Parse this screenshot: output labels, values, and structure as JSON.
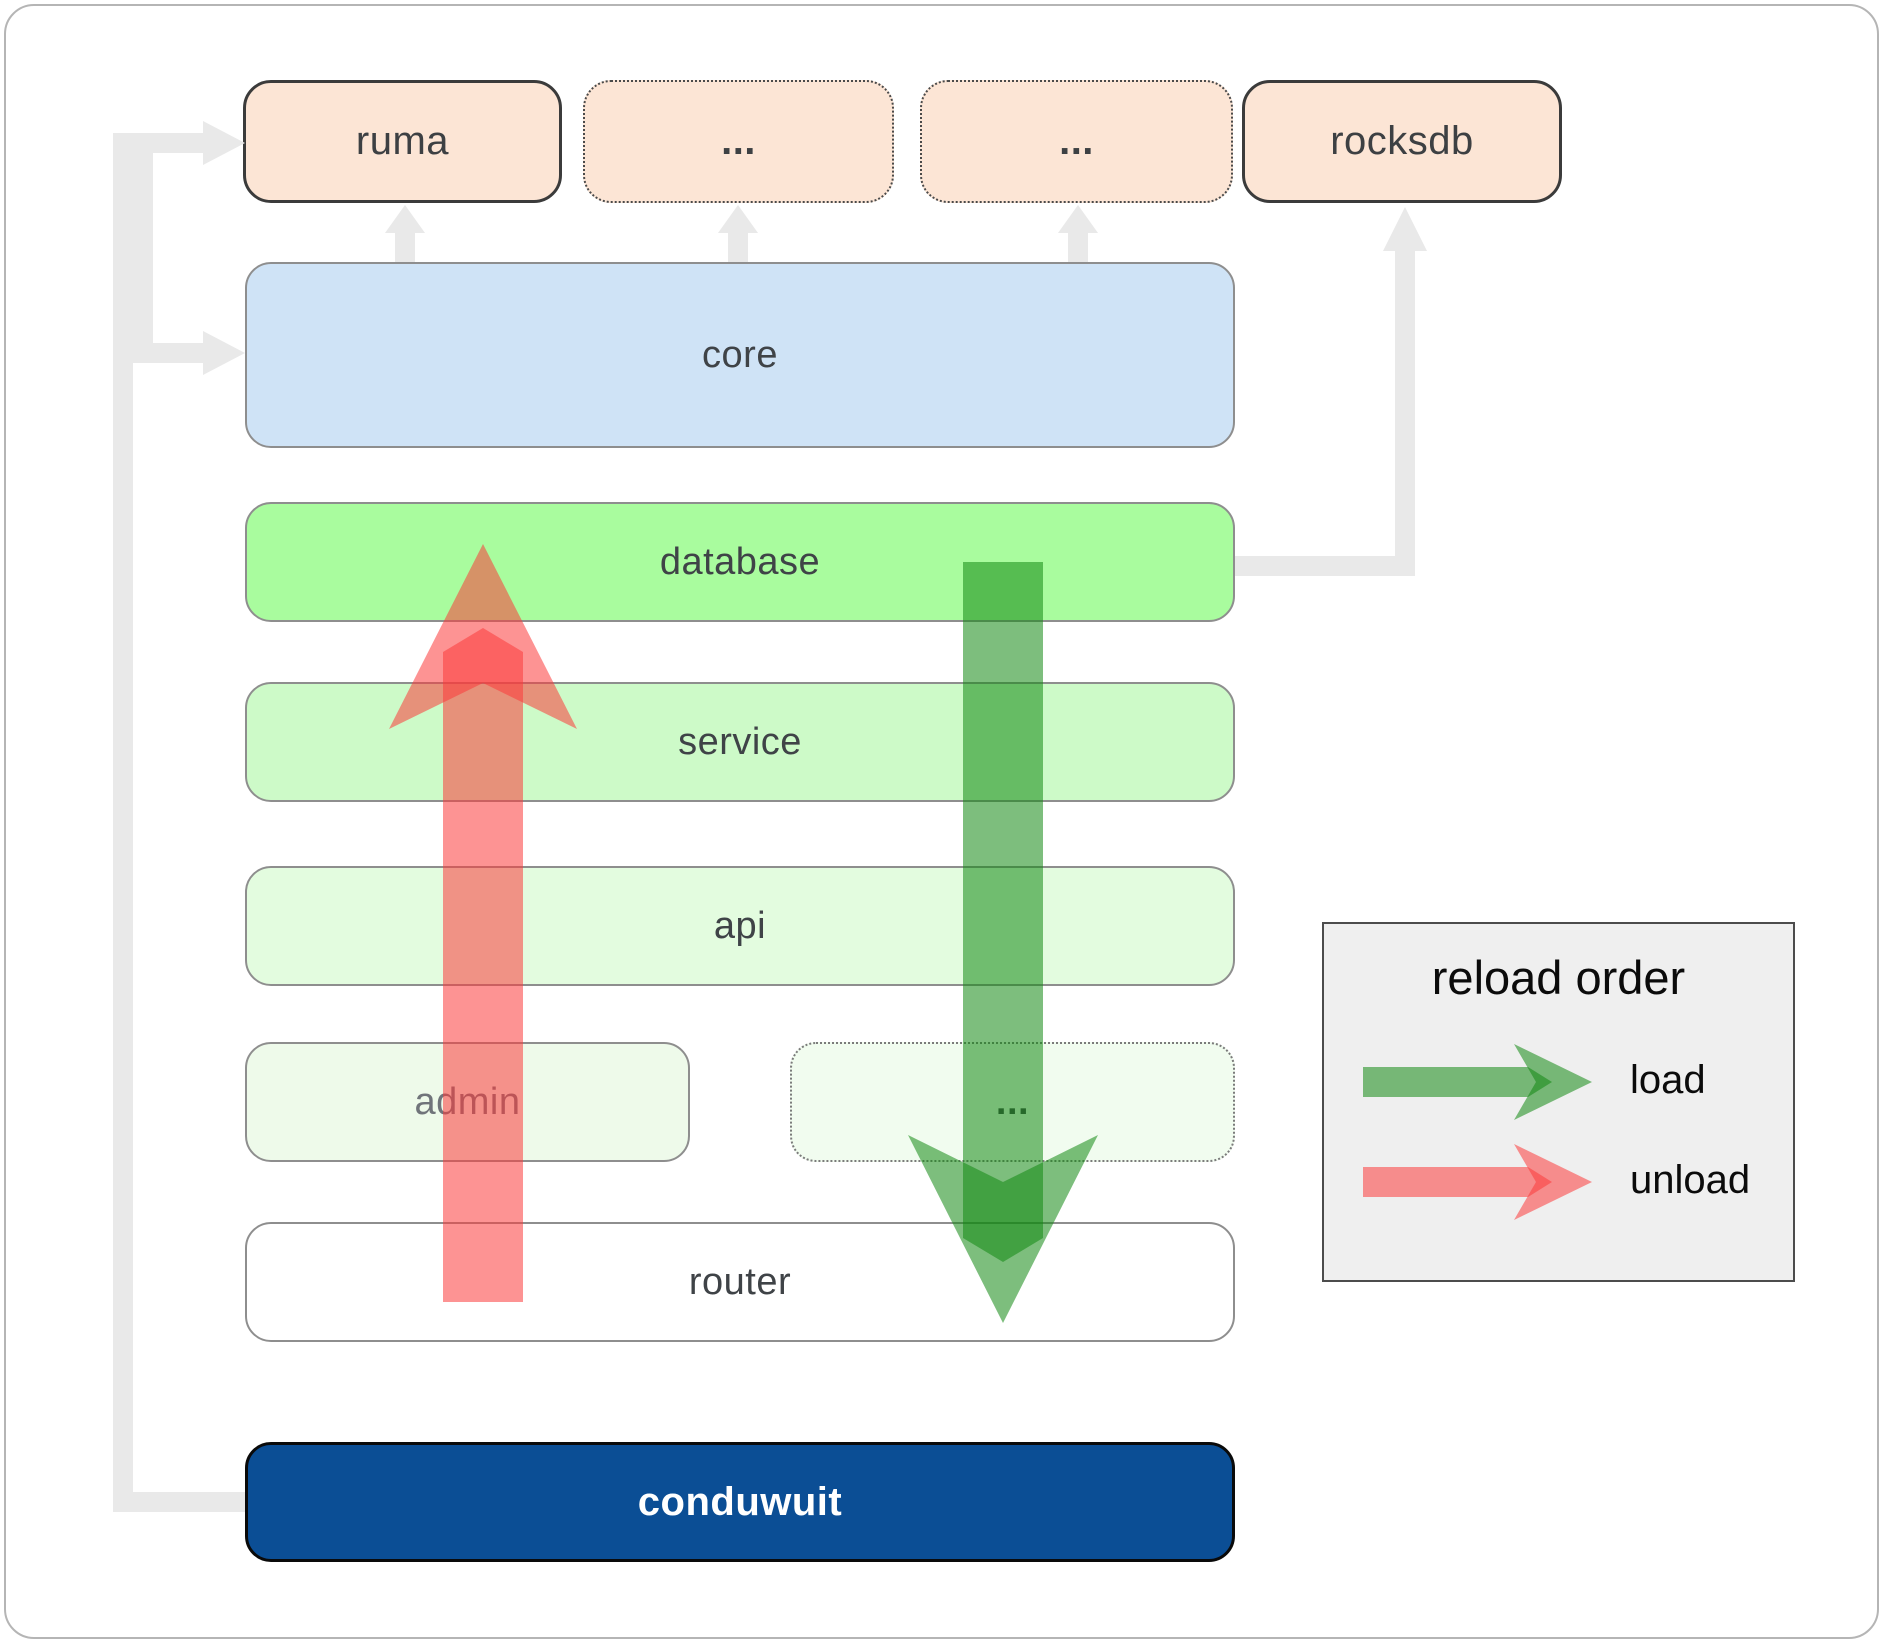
{
  "diagram_title": "conduwuit architecture / hot-reload order diagram",
  "nodes": {
    "ruma": {
      "label": "ruma",
      "style": "solid-border",
      "fill": "#fce5d5"
    },
    "ellipsis1": {
      "label": "...",
      "style": "dotted-border",
      "fill": "#fce5d5"
    },
    "ellipsis2": {
      "label": "...",
      "style": "dotted-border",
      "fill": "#fce5d5"
    },
    "rocksdb": {
      "label": "rocksdb",
      "style": "solid-border",
      "fill": "#fce5d5"
    },
    "core": {
      "label": "core",
      "fill": "#cfe3f6"
    },
    "database": {
      "label": "database",
      "fill": "#a9fc9e"
    },
    "service": {
      "label": "service",
      "fill": "#cdfac8"
    },
    "api": {
      "label": "api",
      "fill": "#e3fcdf"
    },
    "admin": {
      "label": "admin",
      "fill": "#eefaea"
    },
    "ellipsis3": {
      "label": "...",
      "style": "dotted-border",
      "fill": "#f1fcef"
    },
    "router": {
      "label": "router",
      "fill": "#ffffff"
    },
    "conduwuit": {
      "label": "conduwuit",
      "fill": "#0b4e95",
      "text_color": "#ffffff"
    }
  },
  "edges": [
    {
      "from": "conduwuit",
      "to": "ruma",
      "type": "dependency-gray"
    },
    {
      "from": "conduwuit",
      "to": "core",
      "type": "dependency-gray"
    },
    {
      "from": "core",
      "to": "ruma",
      "type": "dependency-gray"
    },
    {
      "from": "core",
      "to": "ellipsis1",
      "type": "dependency-gray"
    },
    {
      "from": "core",
      "to": "ellipsis2",
      "type": "dependency-gray"
    },
    {
      "from": "database",
      "to": "rocksdb",
      "type": "dependency-gray"
    },
    {
      "from": "database",
      "to": "router",
      "type": "load-green-down"
    },
    {
      "from": "router",
      "to": "database",
      "type": "unload-red-up"
    }
  ],
  "legend": {
    "title": "reload order",
    "items": [
      {
        "icon": "green-right-arrow",
        "label": "load"
      },
      {
        "icon": "red-right-arrow",
        "label": "unload"
      }
    ]
  },
  "colors": {
    "load_arrow_green": "#128812",
    "unload_arrow_red": "#fb3b3b",
    "arrow_opacity": "0.55",
    "connector_gray": "#e9e9e9",
    "peach_fill": "#fce5d5",
    "core_blue": "#cfe3f6",
    "database_green": "#a9fc9e",
    "service_green": "#cdfac8",
    "api_green": "#e3fcdf",
    "admin_green": "#eefaea",
    "conduwuit_blue": "#0b4e95",
    "legend_bg": "#efefef",
    "label_text": "#3f4347",
    "frame_border": "#b5b5b5"
  }
}
